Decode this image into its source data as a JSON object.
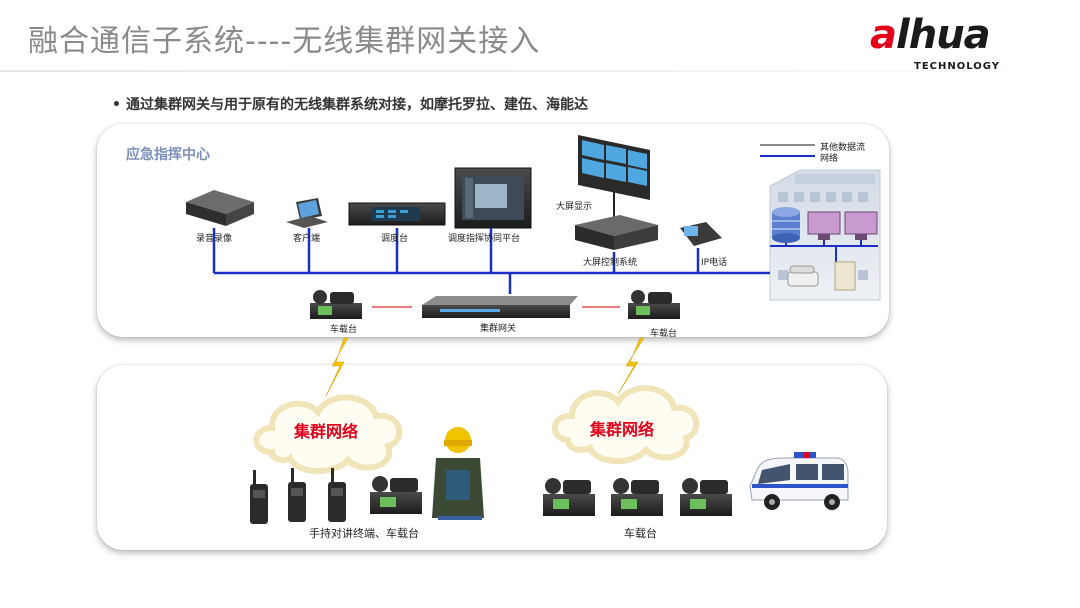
{
  "header": {
    "title": "融合通信子系统----无线集群网关接入",
    "logo": {
      "word_red": "a",
      "word_black": "lhua",
      "sub": "TECHNOLOGY"
    }
  },
  "bullet": {
    "text": "通过集群网关与用于原有的无线集群系统对接，如摩托罗拉、建伍、海能达"
  },
  "top_panel": {
    "title": "应急指挥中心",
    "legend": {
      "other_data": "其他数据流",
      "network": "网络"
    },
    "devices": {
      "recorder": "录音录像",
      "client": "客户端",
      "dispatch_console": "调度台",
      "command_platform": "调度指挥协同平台",
      "big_screen": "大屏显示",
      "screen_controller": "大屏控制系统",
      "ip_phone": "IP电话",
      "gateway": "集群网关",
      "vehicle_radio_left": "车载台",
      "vehicle_radio_right": "车载台"
    }
  },
  "bottom_panel": {
    "cloud_left": "集群网络",
    "cloud_right": "集群网络",
    "handheld_caption": "手持对讲终端、车载台",
    "vehicle_caption": "车载台"
  },
  "colors": {
    "network_line": "#1b2fc4",
    "other_data_line": "#8a8a8a",
    "red_link": "#d9534f",
    "lightning": "#f2c400",
    "accent_red": "#e3001b"
  }
}
